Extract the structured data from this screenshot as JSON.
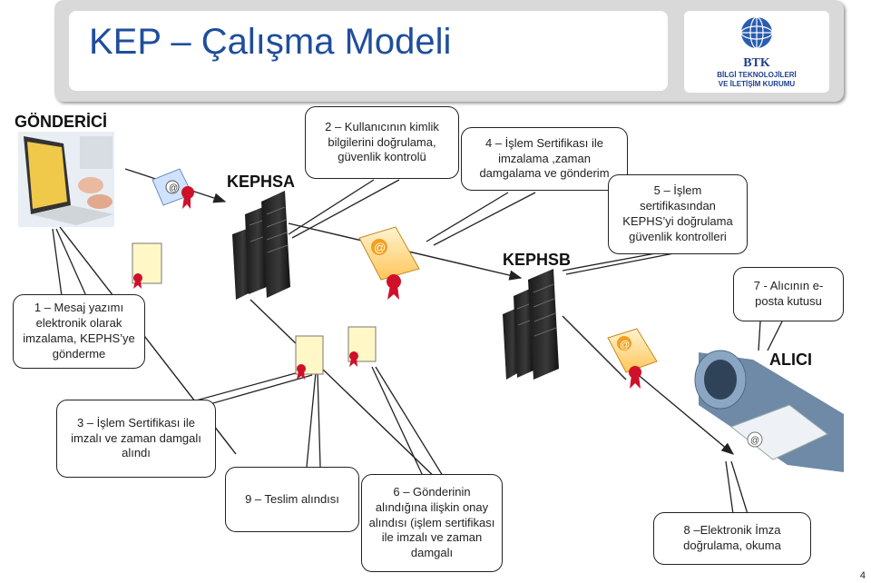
{
  "header": {
    "title": "KEP – Çalışma Modeli",
    "logo_big": "BTK",
    "logo_line1": "BİLGİ TEKNOLOJİLERİ",
    "logo_line2": "VE İLETİŞİM KURUMU"
  },
  "labels": {
    "sender": "GÖNDERİCİ",
    "kephsa": "KEPHSA",
    "kephsb": "KEPHSB",
    "receiver": "ALICI"
  },
  "callouts": {
    "c1": "1 – Mesaj yazımı elektronik olarak imzalama,  KEPHS’ye gönderme",
    "c2": "2 – Kullanıcının kimlik bilgilerini doğrulama, güvenlik kontrolü",
    "c3": "3 – İşlem Sertifikası ile imzalı ve zaman damgalı alındı",
    "c4": "4 – İşlem Sertifikası ile imzalama ,zaman damgalama ve gönderim",
    "c5": "5 – İşlem sertifikasından KEPHS’yi doğrulama güvenlik kontrolleri",
    "c6": "6 – Gönderinin alındığına ilişkin onay alındısı (işlem sertifikası ile imzalı ve zaman damgalı",
    "c7": "7 - Alıcının e-posta kutusu",
    "c8": "8 –Elektronik İmza doğrulama, okuma",
    "c9": "9 – Teslim alındısı"
  },
  "page_number": "4",
  "colors": {
    "title": "#1f4e9c",
    "logo_blue": "#1f3f8f",
    "ribbon": "#d0102a",
    "doc": "#fff8c6"
  }
}
